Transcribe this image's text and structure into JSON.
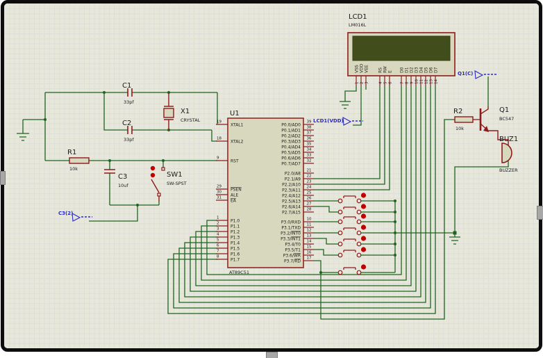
{
  "schematic": {
    "colors": {
      "wire": "#1e641e",
      "component": "#8f1a1a",
      "body_fill": "#d8d8bf",
      "lcd_screen": "#414e1b",
      "probe": "#2929c8",
      "background": "#e7e7da"
    },
    "mcu": {
      "ref": "U1",
      "part": "AT89C51",
      "left_pins": [
        {
          "num": "19",
          "pre": "XTAL1"
        },
        {
          "num": "18",
          "pre": "XTAL2"
        },
        {
          "num": "9",
          "pre": "RST"
        },
        {
          "num": "29",
          "pre": "",
          "bar": "PSEN"
        },
        {
          "num": "30",
          "pre": "ALE"
        },
        {
          "num": "31",
          "pre": "",
          "bar": "EA"
        },
        {
          "num": "1",
          "pre": "P1.0"
        },
        {
          "num": "2",
          "pre": "P1.1"
        },
        {
          "num": "3",
          "pre": "P1.2"
        },
        {
          "num": "4",
          "pre": "P1.3"
        },
        {
          "num": "5",
          "pre": "P1.4"
        },
        {
          "num": "6",
          "pre": "P1.5"
        },
        {
          "num": "7",
          "pre": "P1.6"
        },
        {
          "num": "8",
          "pre": "P1.7"
        }
      ],
      "right_pins": [
        {
          "num": "39",
          "pre": "P0.0/AD0"
        },
        {
          "num": "38",
          "pre": "P0.1/AD1"
        },
        {
          "num": "37",
          "pre": "P0.2/AD2"
        },
        {
          "num": "36",
          "pre": "P0.3/AD3"
        },
        {
          "num": "35",
          "pre": "P0.4/AD4"
        },
        {
          "num": "34",
          "pre": "P0.5/AD5"
        },
        {
          "num": "33",
          "pre": "P0.6/AD6"
        },
        {
          "num": "32",
          "pre": "P0.7/AD7"
        },
        {
          "num": "21",
          "pre": "P2.0/A8"
        },
        {
          "num": "22",
          "pre": "P2.1/A9"
        },
        {
          "num": "23",
          "pre": "P2.2/A10"
        },
        {
          "num": "24",
          "pre": "P2.3/A11"
        },
        {
          "num": "25",
          "pre": "P2.4/A12"
        },
        {
          "num": "26",
          "pre": "P2.5/A13"
        },
        {
          "num": "27",
          "pre": "P2.6/A14"
        },
        {
          "num": "28",
          "pre": "P2.7/A15"
        },
        {
          "num": "10",
          "pre": "P3.0/RXD"
        },
        {
          "num": "11",
          "pre": "P3.1/TXD"
        },
        {
          "num": "12",
          "pre": "P3.2/",
          "bar": "INT0"
        },
        {
          "num": "13",
          "pre": "P3.3/",
          "bar": "INT1"
        },
        {
          "num": "14",
          "pre": "P3.4/T0"
        },
        {
          "num": "15",
          "pre": "P3.5/T1"
        },
        {
          "num": "16",
          "pre": "P3.6/",
          "bar": "WR"
        },
        {
          "num": "17",
          "pre": "P3.7/",
          "bar": "RD"
        }
      ]
    },
    "lcd": {
      "ref": "LCD1",
      "part": "LM016L",
      "pins": [
        {
          "num": "1",
          "name": "VSS"
        },
        {
          "num": "2",
          "name": "VDD"
        },
        {
          "num": "3",
          "name": "VEE"
        },
        {
          "num": "4",
          "name": "RS"
        },
        {
          "num": "5",
          "name": "RW"
        },
        {
          "num": "6",
          "name": "E"
        },
        {
          "num": "7",
          "name": "D0"
        },
        {
          "num": "8",
          "name": "D1"
        },
        {
          "num": "9",
          "name": "D2"
        },
        {
          "num": "10",
          "name": "D3"
        },
        {
          "num": "11",
          "name": "D4"
        },
        {
          "num": "12",
          "name": "D5"
        },
        {
          "num": "13",
          "name": "D6"
        },
        {
          "num": "14",
          "name": "D7"
        }
      ]
    },
    "parts": {
      "c1": {
        "ref": "C1",
        "value": "33pf"
      },
      "c2": {
        "ref": "C2",
        "value": "33pf"
      },
      "c3": {
        "ref": "C3",
        "value": "10uf"
      },
      "x1": {
        "ref": "X1",
        "value": "CRYSTAL"
      },
      "r1": {
        "ref": "R1",
        "value": "10k"
      },
      "r2": {
        "ref": "R2",
        "value": "10k"
      },
      "sw1": {
        "ref": "SW1",
        "value": "SW-SPST"
      },
      "q1": {
        "ref": "Q1",
        "value": "BC547"
      },
      "buz1": {
        "ref": "BUZ1",
        "value": "BUZZER"
      }
    },
    "probes": {
      "c3": "C3(2)",
      "lcd_vdd": "LCD1(VDD)",
      "q1_c": "Q1(C)"
    },
    "push_buttons": {
      "count": 7
    }
  }
}
